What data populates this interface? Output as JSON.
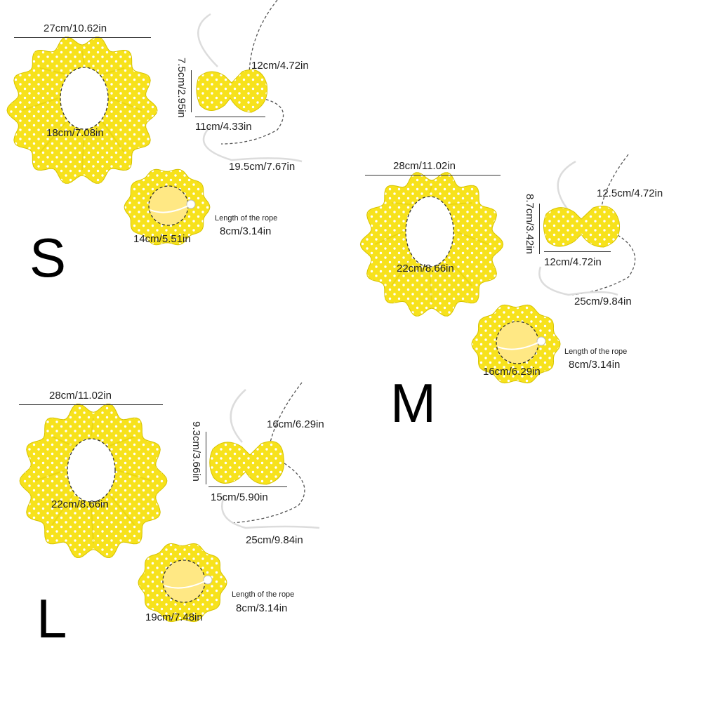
{
  "sizes": {
    "s": {
      "letter": "S",
      "collar_width": "27cm/10.62in",
      "collar_neck": "18cm/7.08in",
      "bow_height": "7.5cm/2.95in",
      "bow_width": "11cm/4.33in",
      "strap_upper": "12cm/4.72in",
      "strap_lower": "19.5cm/7.67in",
      "hat_opening": "14cm/5.51in",
      "rope_title": "Length of the rope",
      "rope_length": "8cm/3.14in"
    },
    "m": {
      "letter": "M",
      "collar_width": "28cm/11.02in",
      "collar_neck": "22cm/8.66in",
      "bow_height": "8.7cm/3.42in",
      "bow_width": "12cm/4.72in",
      "strap_upper": "12.5cm/4.72in",
      "strap_lower": "25cm/9.84in",
      "hat_opening": "16cm/6.29in",
      "rope_title": "Length of the rope",
      "rope_length": "8cm/3.14in"
    },
    "l": {
      "letter": "L",
      "collar_width": "28cm/11.02in",
      "collar_neck": "22cm/8.66in",
      "bow_height": "9.3cm/3.66in",
      "bow_width": "15cm/5.90in",
      "strap_upper": "16cm/6.29in",
      "strap_lower": "25cm/9.84in",
      "hat_opening": "19cm/7.48in",
      "rope_title": "Length of the rope",
      "rope_length": "8cm/3.14in"
    }
  },
  "colors": {
    "fabric": "#f7e21c",
    "dots": "#ffffff",
    "lining": "#ffe884",
    "text": "#222222"
  }
}
